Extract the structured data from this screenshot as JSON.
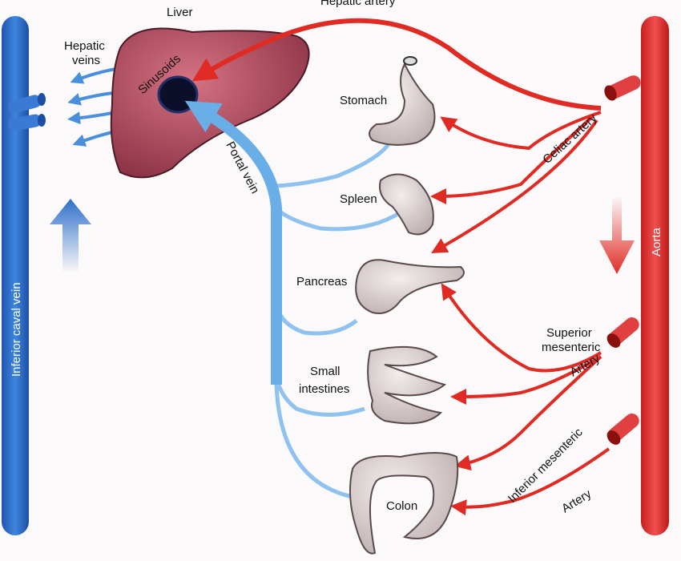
{
  "labels": {
    "hepatic_artery": "Hepatic artery",
    "liver": "Liver",
    "hepatic_veins_1": "Hepatic",
    "hepatic_veins_2": "veins",
    "sinusoids": "Sinusoids",
    "portal_vein": "Portal vein",
    "stomach": "Stomach",
    "spleen": "Spleen",
    "pancreas": "Pancreas",
    "small_intestines_1": "Small",
    "small_intestines_2": "intestines",
    "colon": "Colon",
    "celiac_artery": "Celiac artery",
    "superior_mesenteric_1": "Superior",
    "superior_mesenteric_2": "mesenteric",
    "superior_mesenteric_3": "Artery",
    "inferior_mesenteric_1": "Inferior mesenteric",
    "inferior_mesenteric_2": "Artery",
    "inferior_caval_vein": "Inferior caval vein",
    "aorta": "Aorta"
  },
  "colors": {
    "vein_blue": "#2f6fc9",
    "portal_blue": "#6aaee8",
    "artery_red": "#e02b25",
    "liver": "#b04a5c",
    "sinusoid": "#0b0f2a",
    "organ": "#e6dcdc"
  }
}
